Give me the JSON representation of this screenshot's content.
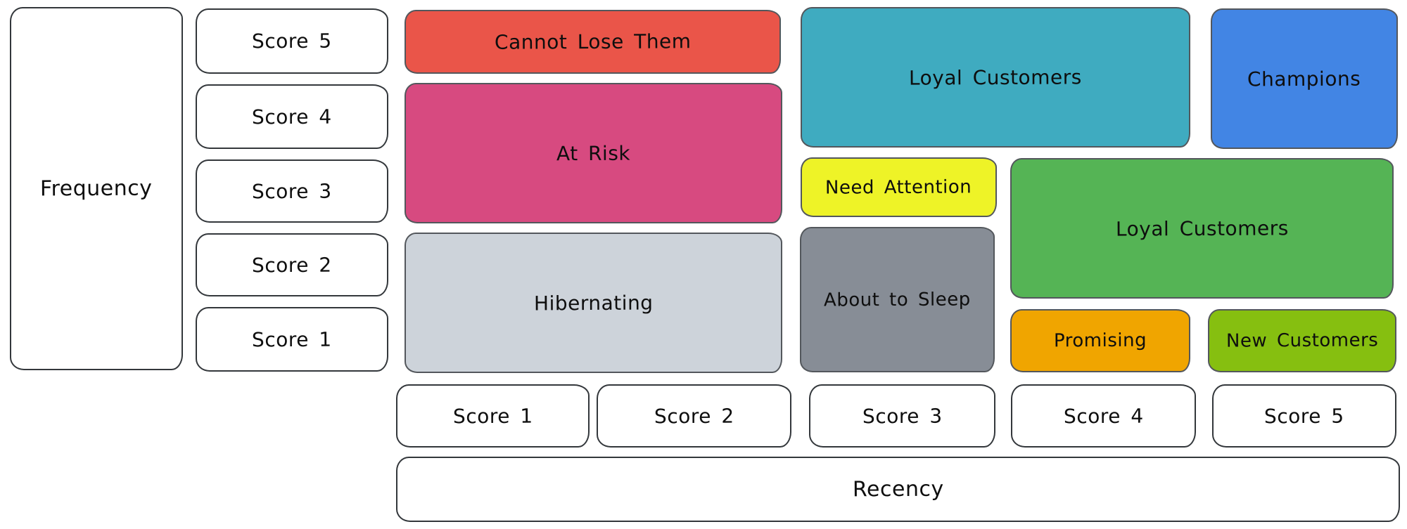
{
  "axes": {
    "frequency": {
      "label": "Frequency",
      "scores": [
        "Score 5",
        "Score 4",
        "Score 3",
        "Score 2",
        "Score 1"
      ]
    },
    "recency": {
      "label": "Recency",
      "scores": [
        "Score 1",
        "Score 2",
        "Score 3",
        "Score 4",
        "Score 5"
      ]
    }
  },
  "segments": [
    {
      "name": "cannot-lose-them",
      "label": "Cannot Lose Them",
      "color": "#ea5549"
    },
    {
      "name": "at-risk",
      "label": "At Risk",
      "color": "#d74a80"
    },
    {
      "name": "hibernating",
      "label": "Hibernating",
      "color": "#cdd3da"
    },
    {
      "name": "loyal-customers-top",
      "label": "Loyal Customers",
      "color": "#3fabc0"
    },
    {
      "name": "need-attention",
      "label": "Need Attention",
      "color": "#eef327"
    },
    {
      "name": "about-to-sleep",
      "label": "About to Sleep",
      "color": "#878d96"
    },
    {
      "name": "champions",
      "label": "Champions",
      "color": "#4285e4"
    },
    {
      "name": "loyal-customers-mid",
      "label": "Loyal Customers",
      "color": "#55b455"
    },
    {
      "name": "promising",
      "label": "Promising",
      "color": "#f0a500"
    },
    {
      "name": "new-customers",
      "label": "New Customers",
      "color": "#86bf10"
    }
  ]
}
